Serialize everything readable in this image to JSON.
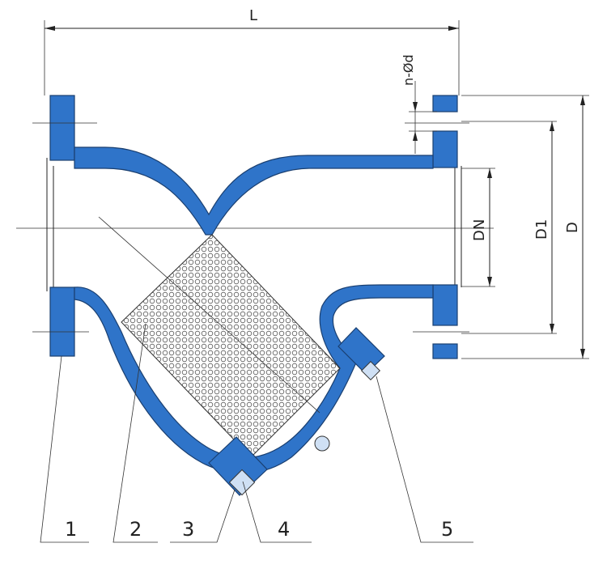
{
  "dimensions": {
    "length": "L",
    "bolt_holes": "n-Ød",
    "nominal_diameter": "DN",
    "bolt_circle": "D1",
    "flange_diameter": "D"
  },
  "parts": [
    "1",
    "2",
    "3",
    "4",
    "5"
  ],
  "colors": {
    "body": "#2f74c9",
    "outline": "#1a3f70",
    "line": "#222222",
    "background": "#ffffff"
  }
}
